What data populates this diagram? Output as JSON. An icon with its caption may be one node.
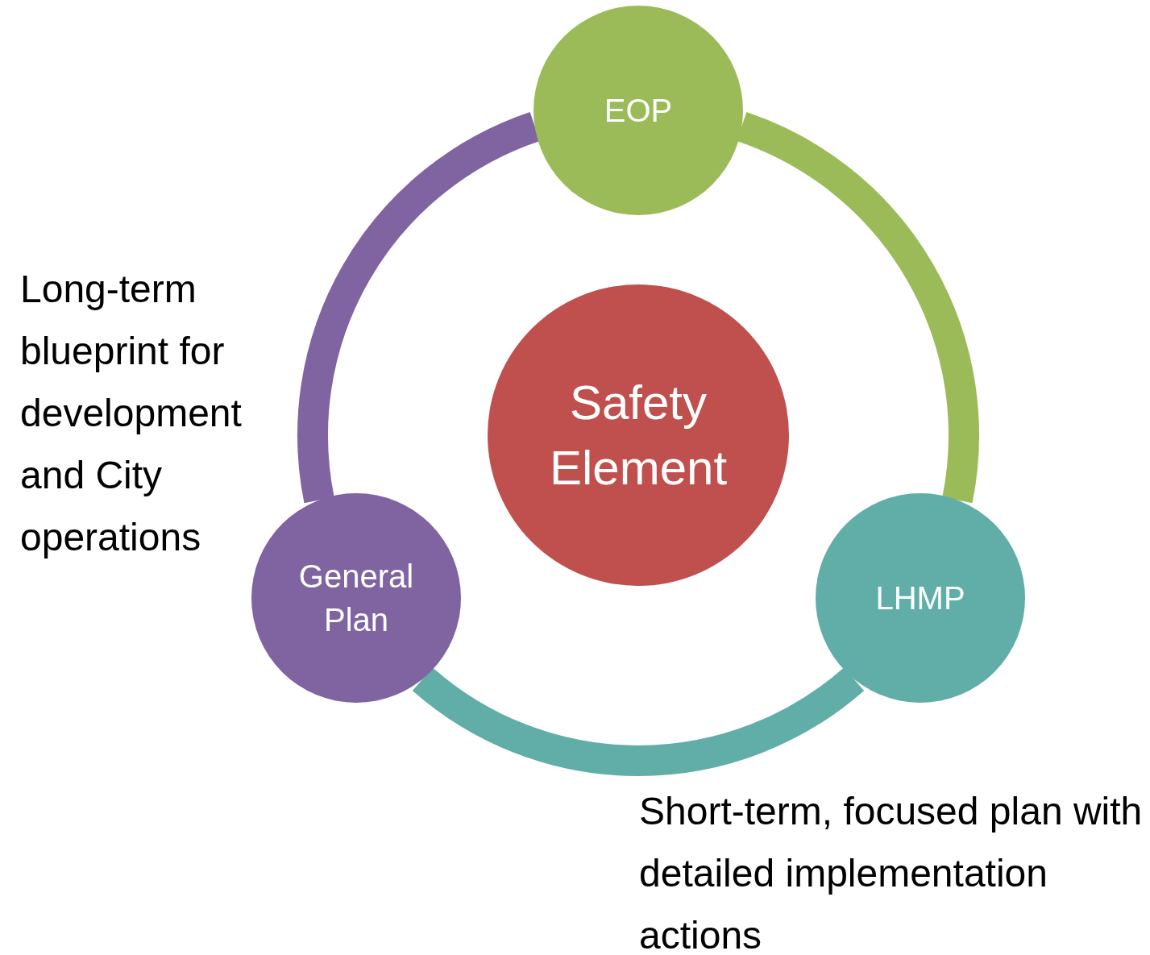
{
  "diagram": {
    "nodes": [
      {
        "text": [
          "EOP"
        ]
      },
      {
        "text": [
          "Safety Element"
        ]
      },
      {
        "text": [
          "General Plan"
        ],
        "beside": [
          "Long-term blueprint for development and City operations"
        ]
      },
      {
        "text": [
          "LHMP"
        ],
        "beside": [
          "Short-term, focused plan with detailed implementation actions"
        ]
      }
    ],
    "edges": [
      {
        "from": 2,
        "to": 0,
        "arrow": "none",
        "color": "#8064a2"
      },
      {
        "from": 0,
        "to": 3,
        "arrow": "none",
        "color": "#9bbb59"
      },
      {
        "from": 3,
        "to": 2,
        "arrow": "none",
        "color": "#60aea7"
      }
    ]
  }
}
